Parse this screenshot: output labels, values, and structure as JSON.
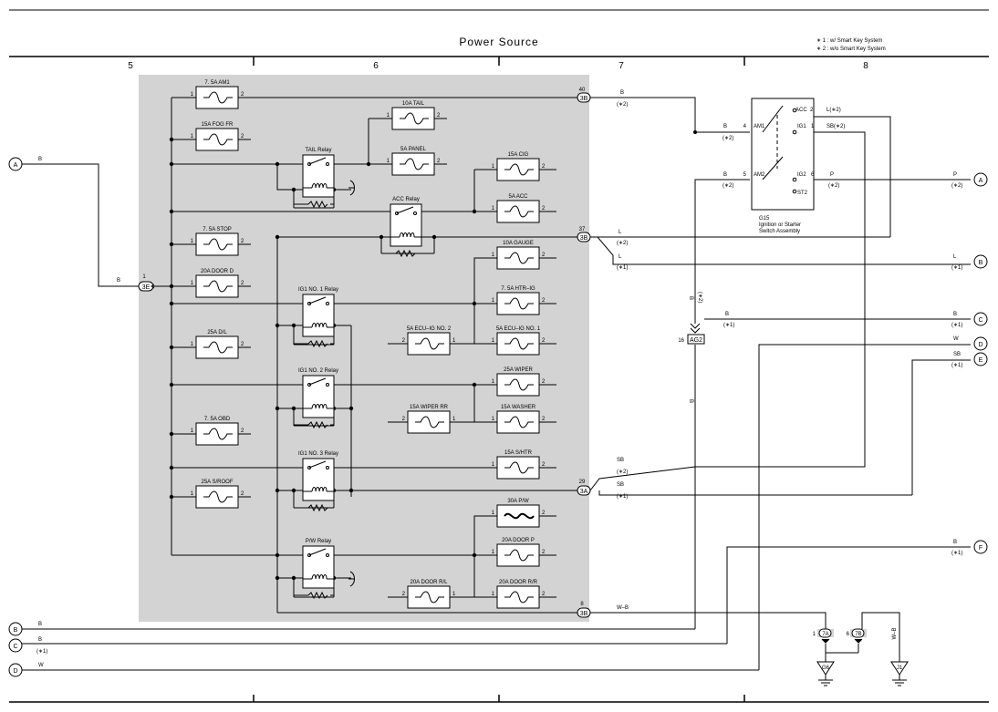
{
  "header": {
    "title": "Power Source",
    "notes": [
      "∗ 1 : w/ Smart Key System",
      "∗ 2 : w/o Smart Key System"
    ],
    "sections": [
      "5",
      "6",
      "7",
      "8"
    ]
  },
  "fuses": {
    "am1": "7. 5A AM1",
    "fog": "15A FOG FR",
    "tail": "10A TAIL",
    "panel": "5A PANEL",
    "cig": "15A CIG",
    "acc": "5A ACC",
    "stop": "7. 5A STOP",
    "doord": "20A DOOR D",
    "gauge": "10A GAUGE",
    "htrig": "7. 5A HTR–IG",
    "dl": "25A D/L",
    "ecuig2": "5A ECU–IG NO. 2",
    "ecuig1": "5A ECU–IG NO. 1",
    "wiper": "25A WIPER",
    "obd": "7. 5A OBD",
    "wiperrr": "15A WIPER RR",
    "washer": "15A WASHER",
    "shtr": "15A S/HTR",
    "sroof": "25A S/ROOF",
    "pw": "30A P/W",
    "doorp": "20A DOOR P",
    "doorrl": "20A DOOR R/L",
    "doorrr": "20A DOOR R/R"
  },
  "relays": {
    "tail": "TAIL Relay",
    "acc": "ACC Relay",
    "ig1no1": "IG1 NO. 1 Relay",
    "ig1no2": "IG1 NO. 2 Relay",
    "ig1no3": "IG1 NO. 3 Relay",
    "pw": "P/W Relay"
  },
  "connectors": {
    "c3b40": "3B",
    "c3b40n": "40",
    "c3b37": "3B",
    "c3b37n": "37",
    "c3a29": "3A",
    "c3a29n": "29",
    "c3b8": "3B",
    "c3b8n": "8",
    "c3e1": "3E",
    "c3e1n": "1",
    "ag2": "AG2",
    "ag2n": "16",
    "c7a": "7A",
    "c7an": "1",
    "c7b": "7B",
    "c7bn": "6"
  },
  "switch": {
    "code": "G15",
    "name1": "Ignition or Starter",
    "name2": "Switch Assembly",
    "acc": "ACC",
    "acc_pin": "2",
    "am1": "AM1",
    "am1_pin": "4",
    "ig1": "IG1",
    "ig1_pin": "1",
    "am2": "AM2",
    "am2_pin": "5",
    "ig2": "IG2",
    "ig2_pin": "6",
    "st2": "ST2"
  },
  "grounds": {
    "g6": "G6",
    "j1": "J1",
    "j1_wire": "W–B"
  },
  "wires": {
    "b": "B",
    "l": "L",
    "p": "P",
    "sb": "SB",
    "w": "W",
    "wb": "W–B",
    "l2": "L(∗2)",
    "sb2": "SB(∗2)",
    "n1": "(∗1)",
    "n2": "(∗2)"
  },
  "refs": {
    "a": "A",
    "b": "B",
    "c": "C",
    "d": "D",
    "e": "E",
    "f": "F"
  },
  "pins": {
    "p1": "1",
    "p2": "2"
  }
}
